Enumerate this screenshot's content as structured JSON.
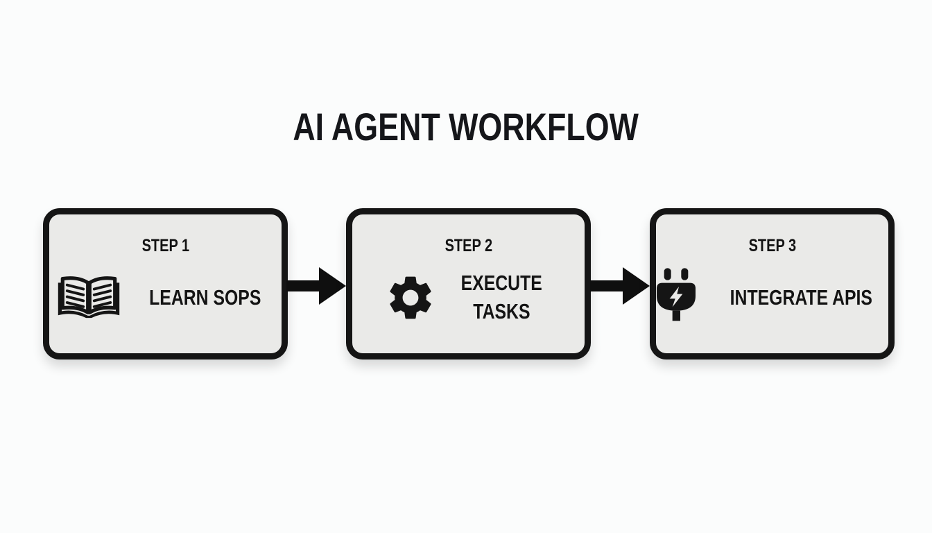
{
  "title": "AI AGENT WORKFLOW",
  "colors": {
    "background": "#fbfcfc",
    "box_fill": "#eaeae8",
    "box_border": "#151515",
    "text": "#141414",
    "arrow": "#0f0f0f"
  },
  "steps": [
    {
      "step_label": "STEP 1",
      "title": "LEARN SOPS",
      "icon": "open-book-icon"
    },
    {
      "step_label": "STEP 2",
      "title": "EXECUTE TASKS",
      "title_lines": [
        "EXECUTE",
        "TASKS"
      ],
      "icon": "gear-icon"
    },
    {
      "step_label": "STEP 3",
      "title": "INTEGRATE APIS",
      "icon": "plug-bolt-icon"
    }
  ],
  "connectors": [
    {
      "icon": "arrow-right-icon"
    },
    {
      "icon": "arrow-right-icon"
    }
  ]
}
